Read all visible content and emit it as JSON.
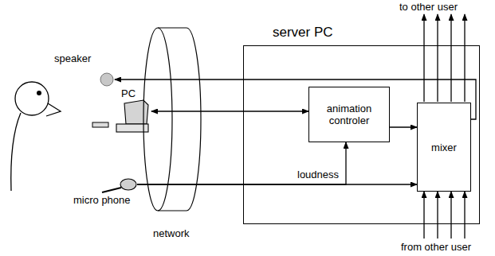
{
  "diagram": {
    "nodes": [
      {
        "text": [
          "speaker"
        ]
      },
      {
        "text": [
          "PC"
        ]
      },
      {
        "text": [
          "micro phone"
        ]
      },
      {
        "text": [
          "network"
        ]
      },
      {
        "text": [
          "server PC"
        ]
      },
      {
        "text": [
          "animation controler"
        ],
        "in": 4
      },
      {
        "text": [
          "mixer"
        ],
        "in": 4
      }
    ],
    "edges": [
      {
        "from": 6,
        "to": 0,
        "arrow": "to"
      },
      {
        "from": 1,
        "to": 5,
        "arrow": "both"
      },
      {
        "from": 5,
        "to": 6,
        "arrow": "to"
      },
      {
        "from": 2,
        "to": 6,
        "arrow": "to"
      },
      {
        "from": 2,
        "to": 5,
        "arrow": "to",
        "label": "loudness"
      }
    ],
    "labels": [
      "to other user",
      "from other user"
    ]
  }
}
